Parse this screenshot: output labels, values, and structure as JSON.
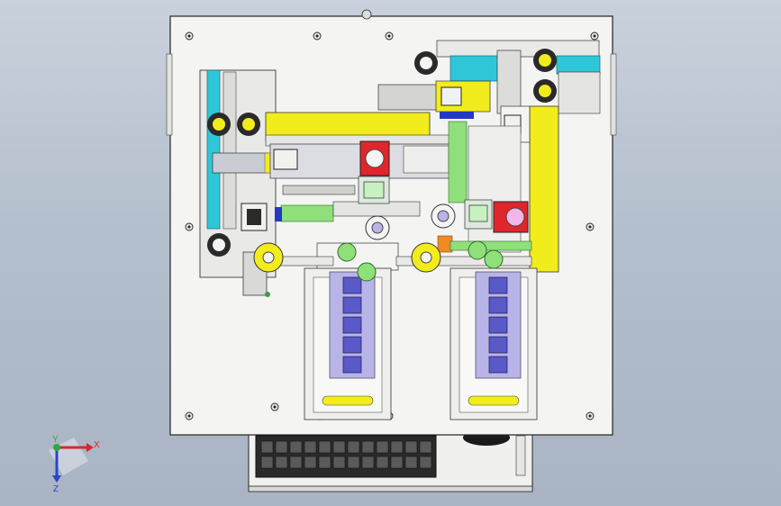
{
  "viewport": {
    "background_top": "#c9d1dc",
    "background_bottom": "#a9b4c4"
  },
  "triad": {
    "x_label": "X",
    "y_label": "Y",
    "z_label": "Z",
    "x_color": "#d9262b",
    "y_color": "#2fa83a",
    "z_color": "#2a45c8"
  },
  "model": {
    "base_plate_color": "#f4f4f2",
    "yellow_color": "#f2ec1c",
    "cyan_color": "#2fc7d7",
    "green_color": "#8fe07a",
    "red_color": "#e0262b",
    "purple_color": "#b9b4e8",
    "blue_color": "#2438c8",
    "keyboard_key_count": 24
  }
}
